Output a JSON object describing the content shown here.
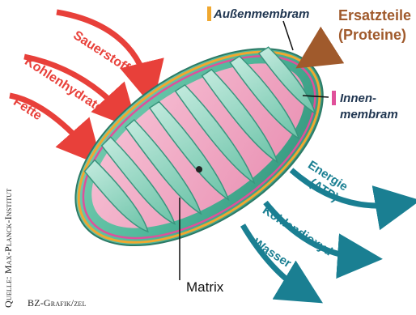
{
  "inputs": [
    "Sauerstoff",
    "Kohlenhydrate",
    "Fette"
  ],
  "outputs": [
    "Energie",
    "(ATP)",
    "Kohlendioxyd",
    "Wasser"
  ],
  "membranes": {
    "outer": "Außenmembram",
    "inner_line1": "Innen-",
    "inner_line2": "membram"
  },
  "proteins": {
    "line1": "Ersatzteile",
    "line2": "(Proteine)"
  },
  "matrix": "Matrix",
  "credits": {
    "source": "Quelle: Max-Planck-Institut",
    "graphic": "BZ-Grafik/zel"
  },
  "colors": {
    "input_arrows": "#e8403a",
    "output_arrows": "#1a7f92",
    "outer_membrane": "#f0a830",
    "inner_membrane": "#e0509a",
    "protein_arrow": "#a05a2c",
    "shell": "#4fb79a",
    "matrix": "#f2a9c4"
  }
}
